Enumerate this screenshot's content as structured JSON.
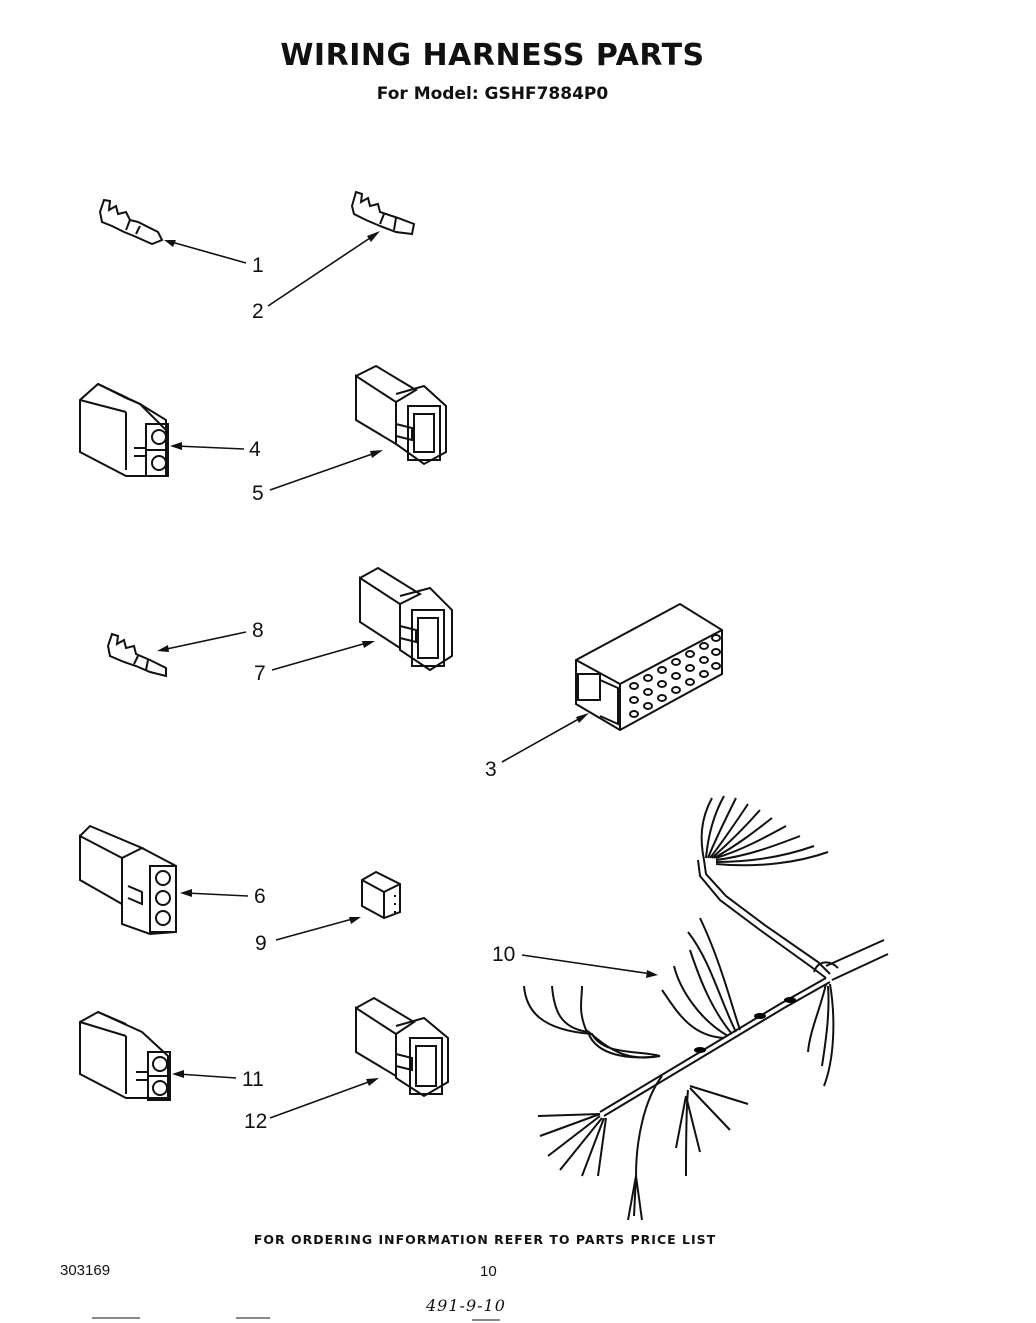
{
  "header": {
    "title": "WIRING HARNESS PARTS",
    "subtitle": "For Model: GSHF7884P0"
  },
  "callouts": {
    "1": "1",
    "2": "2",
    "3": "3",
    "4": "4",
    "5": "5",
    "6": "6",
    "7": "7",
    "8": "8",
    "9": "9",
    "10": "10",
    "11": "11",
    "12": "12"
  },
  "parts": [
    {
      "number": "1",
      "icon": "male-terminal-icon"
    },
    {
      "number": "2",
      "icon": "female-terminal-icon"
    },
    {
      "number": "3",
      "icon": "multi-pin-connector-block-icon"
    },
    {
      "number": "4",
      "icon": "two-pin-connector-icon"
    },
    {
      "number": "5",
      "icon": "two-pin-receptacle-icon"
    },
    {
      "number": "6",
      "icon": "three-pin-connector-icon"
    },
    {
      "number": "7",
      "icon": "two-pin-receptacle-icon"
    },
    {
      "number": "8",
      "icon": "terminal-icon"
    },
    {
      "number": "9",
      "icon": "small-connector-icon"
    },
    {
      "number": "10",
      "icon": "wiring-harness-icon"
    },
    {
      "number": "11",
      "icon": "two-pin-connector-icon"
    },
    {
      "number": "12",
      "icon": "two-pin-receptacle-icon"
    }
  ],
  "footer": {
    "note": "FOR ORDERING INFORMATION REFER TO PARTS PRICE LIST",
    "doc_number": "303169",
    "page_number": "10",
    "handwritten_code": "491-9-10"
  }
}
